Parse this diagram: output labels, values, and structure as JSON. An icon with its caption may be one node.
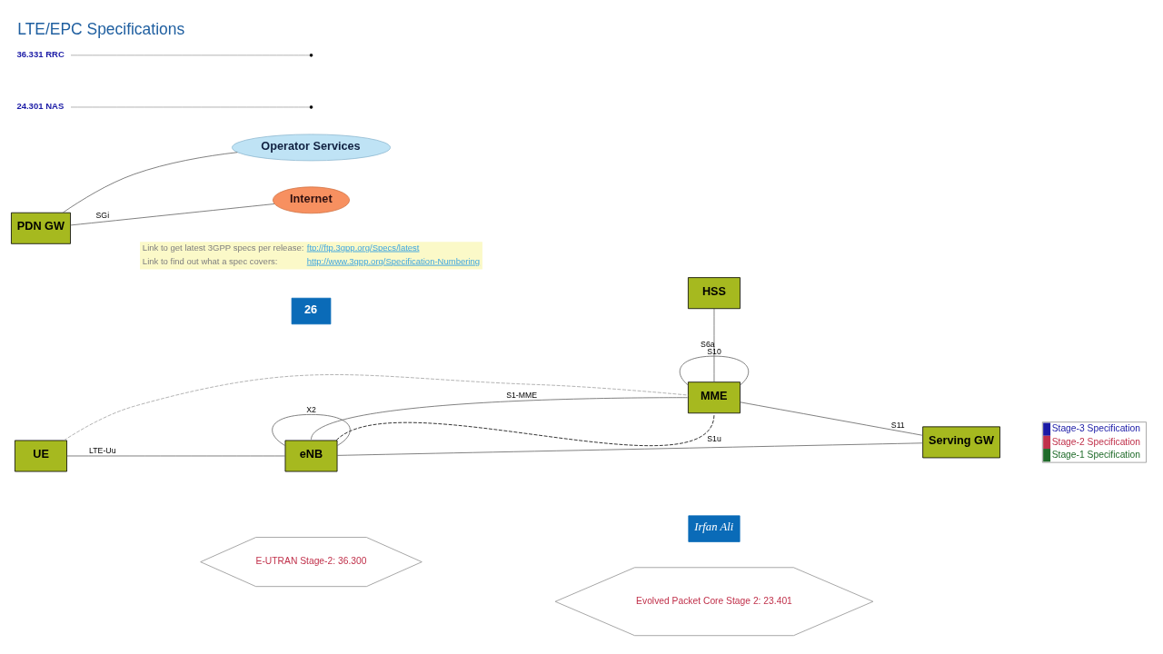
{
  "diagram": {
    "title": "LTE/EPC Specifications",
    "nodes": [
      {
        "text": [
          "HSS"
        ]
      },
      {
        "text": [
          "MME"
        ]
      },
      {
        "text": [
          "UE"
        ]
      },
      {
        "text": [
          "eNB"
        ]
      },
      {
        "text": [
          "Serving GW"
        ]
      },
      {
        "text": [
          "PDN GW"
        ]
      },
      {
        "text": [
          "Operator Services"
        ]
      },
      {
        "text": [
          "Internet"
        ]
      },
      {
        "text": [
          "24.301 NAS"
        ]
      },
      {
        "text": [
          "36.331 RRC"
        ]
      },
      {
        "text": [
          "E-UTRAN Stage-2: 36.300"
        ]
      },
      {
        "text": [
          "Evolved Packet Core Stage 2: 23.401"
        ]
      }
    ],
    "edges": [
      {
        "from": 0,
        "to": 1,
        "arrow": "none",
        "label": "S6a"
      },
      {
        "from": 3,
        "to": 1,
        "arrow": "none",
        "label": "S1-MME"
      },
      {
        "from": 1,
        "to": 1,
        "arrow": "none",
        "label": "S10"
      },
      {
        "from": 1,
        "to": 4,
        "arrow": "none",
        "label": "S11"
      },
      {
        "from": 2,
        "to": 3,
        "arrow": "none",
        "label": "LTE-Uu"
      },
      {
        "from": 3,
        "to": 4,
        "arrow": "none",
        "label": "S1u"
      },
      {
        "from": 3,
        "to": 3,
        "arrow": "none",
        "label": "X2"
      },
      {
        "from": 5,
        "to": 6,
        "arrow": "none"
      },
      {
        "from": 5,
        "to": 7,
        "arrow": "none",
        "label": "SGi"
      },
      {
        "from": 2,
        "to": 1,
        "arrow": "none",
        "style": "dashed",
        "color": "#a0a0a0"
      },
      {
        "from": 3,
        "to": 1,
        "arrow": "none",
        "style": "dashed",
        "color": "#000000"
      },
      {
        "from": 8,
        "to": null,
        "arrow": "none",
        "color": "#a0a0a0"
      },
      {
        "from": 9,
        "to": null,
        "arrow": "none",
        "color": "#a0a0a0"
      }
    ],
    "labels": [
      "Link to get latest 3GPP specs per release:",
      "ftp://ftp.3gpp.org/Specs/latest",
      "Link to find out what a spec covers:",
      "http://www.3gpp.org/Specification-Numbering",
      "Irfan Ali",
      "26"
    ],
    "legend": [
      {
        "text": "Stage-3 Specification",
        "color": "#1a1aa6"
      },
      {
        "text": "Stage-2 Specification",
        "color": "#c0304a"
      },
      {
        "text": "Stage-1 Specification",
        "color": "#1f6b2a"
      }
    ]
  }
}
